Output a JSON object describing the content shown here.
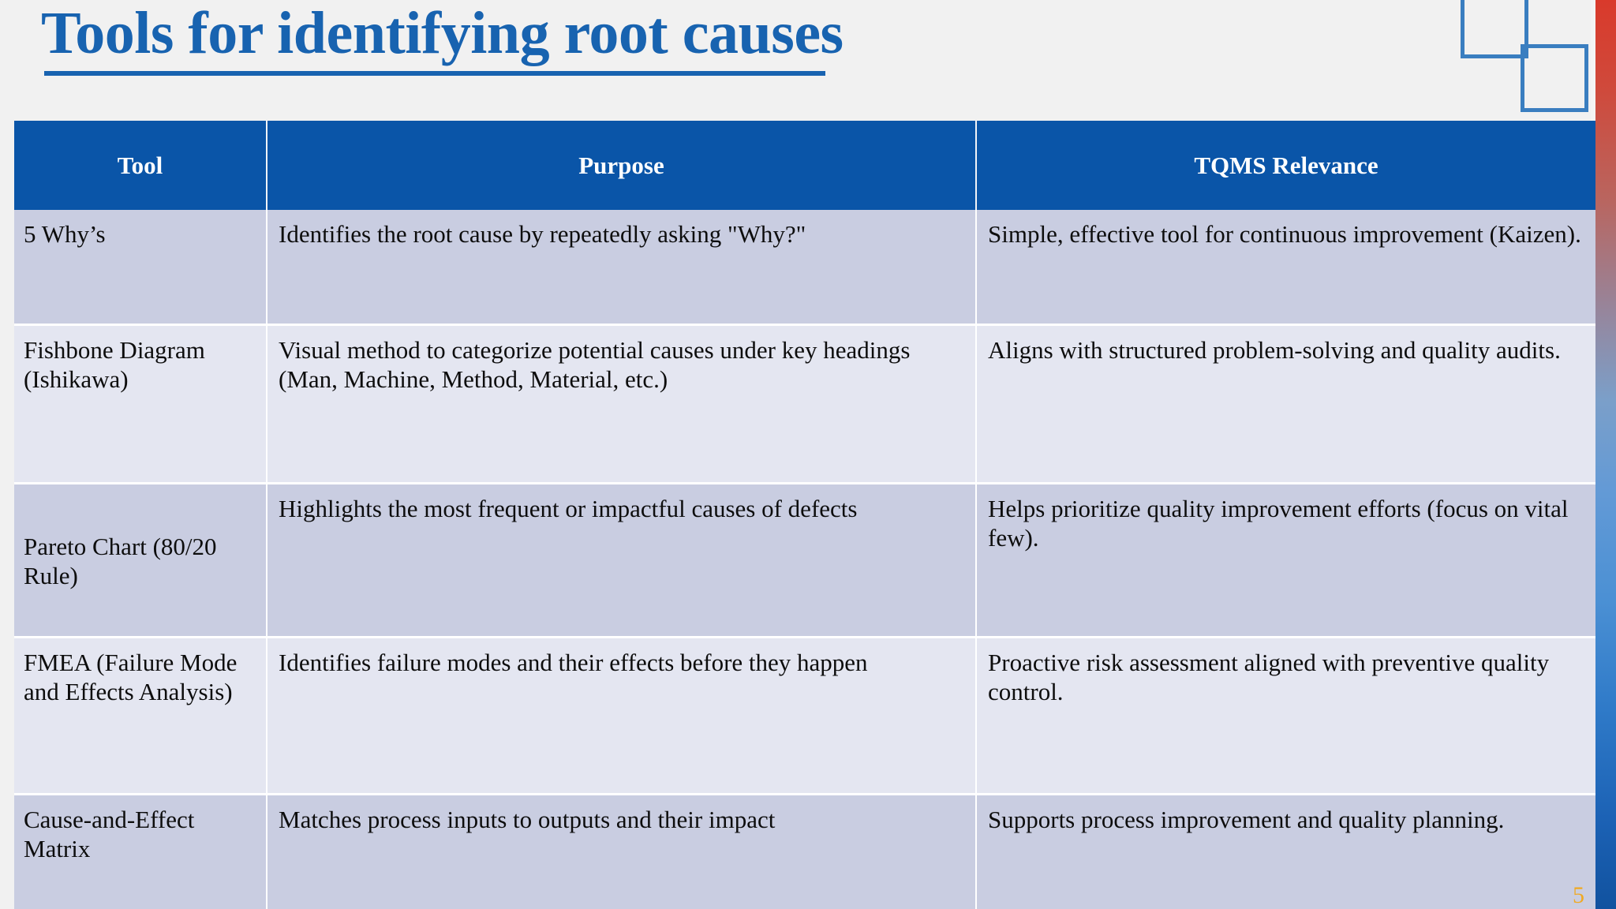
{
  "slide": {
    "title": "Tools for identifying root causes",
    "slide_number": "5",
    "accent_color": "#1863b0",
    "header_fill": "#0a55a8",
    "band_a_color": "#c9cde1",
    "band_b_color": "#e4e6f1",
    "background_color": "#f1f1f1",
    "edge_bar_top_color": "#d93a2b",
    "edge_bar_bottom_color": "#11529f",
    "decor_square_color": "#3a7ec0"
  },
  "table": {
    "columns": [
      "Tool",
      "Purpose",
      "TQMS Relevance"
    ],
    "rows": [
      {
        "tool": "5 Why’s",
        "purpose": "Identifies the root cause by repeatedly asking \"Why?\"",
        "tqms": "Simple, effective tool for continuous improvement (Kaizen)."
      },
      {
        "tool": "Fishbone Diagram (Ishikawa)",
        "purpose": "Visual method to categorize potential causes under key headings (Man, Machine, Method, Material, etc.)",
        "tqms": "Aligns with structured problem-solving and quality audits."
      },
      {
        "tool": "Pareto Chart (80/20 Rule)",
        "purpose": "Highlights the most frequent or impactful causes of defects",
        "tqms": "Helps prioritize quality improvement efforts (focus on vital few)."
      },
      {
        "tool": "FMEA (Failure Mode and Effects Analysis)",
        "purpose": "Identifies failure modes and their effects before they happen",
        "tqms": "Proactive risk assessment aligned with preventive quality control."
      },
      {
        "tool": "Cause-and-Effect Matrix",
        "purpose": "Matches process inputs to outputs and their impact",
        "tqms": "Supports process improvement and quality planning."
      }
    ]
  }
}
